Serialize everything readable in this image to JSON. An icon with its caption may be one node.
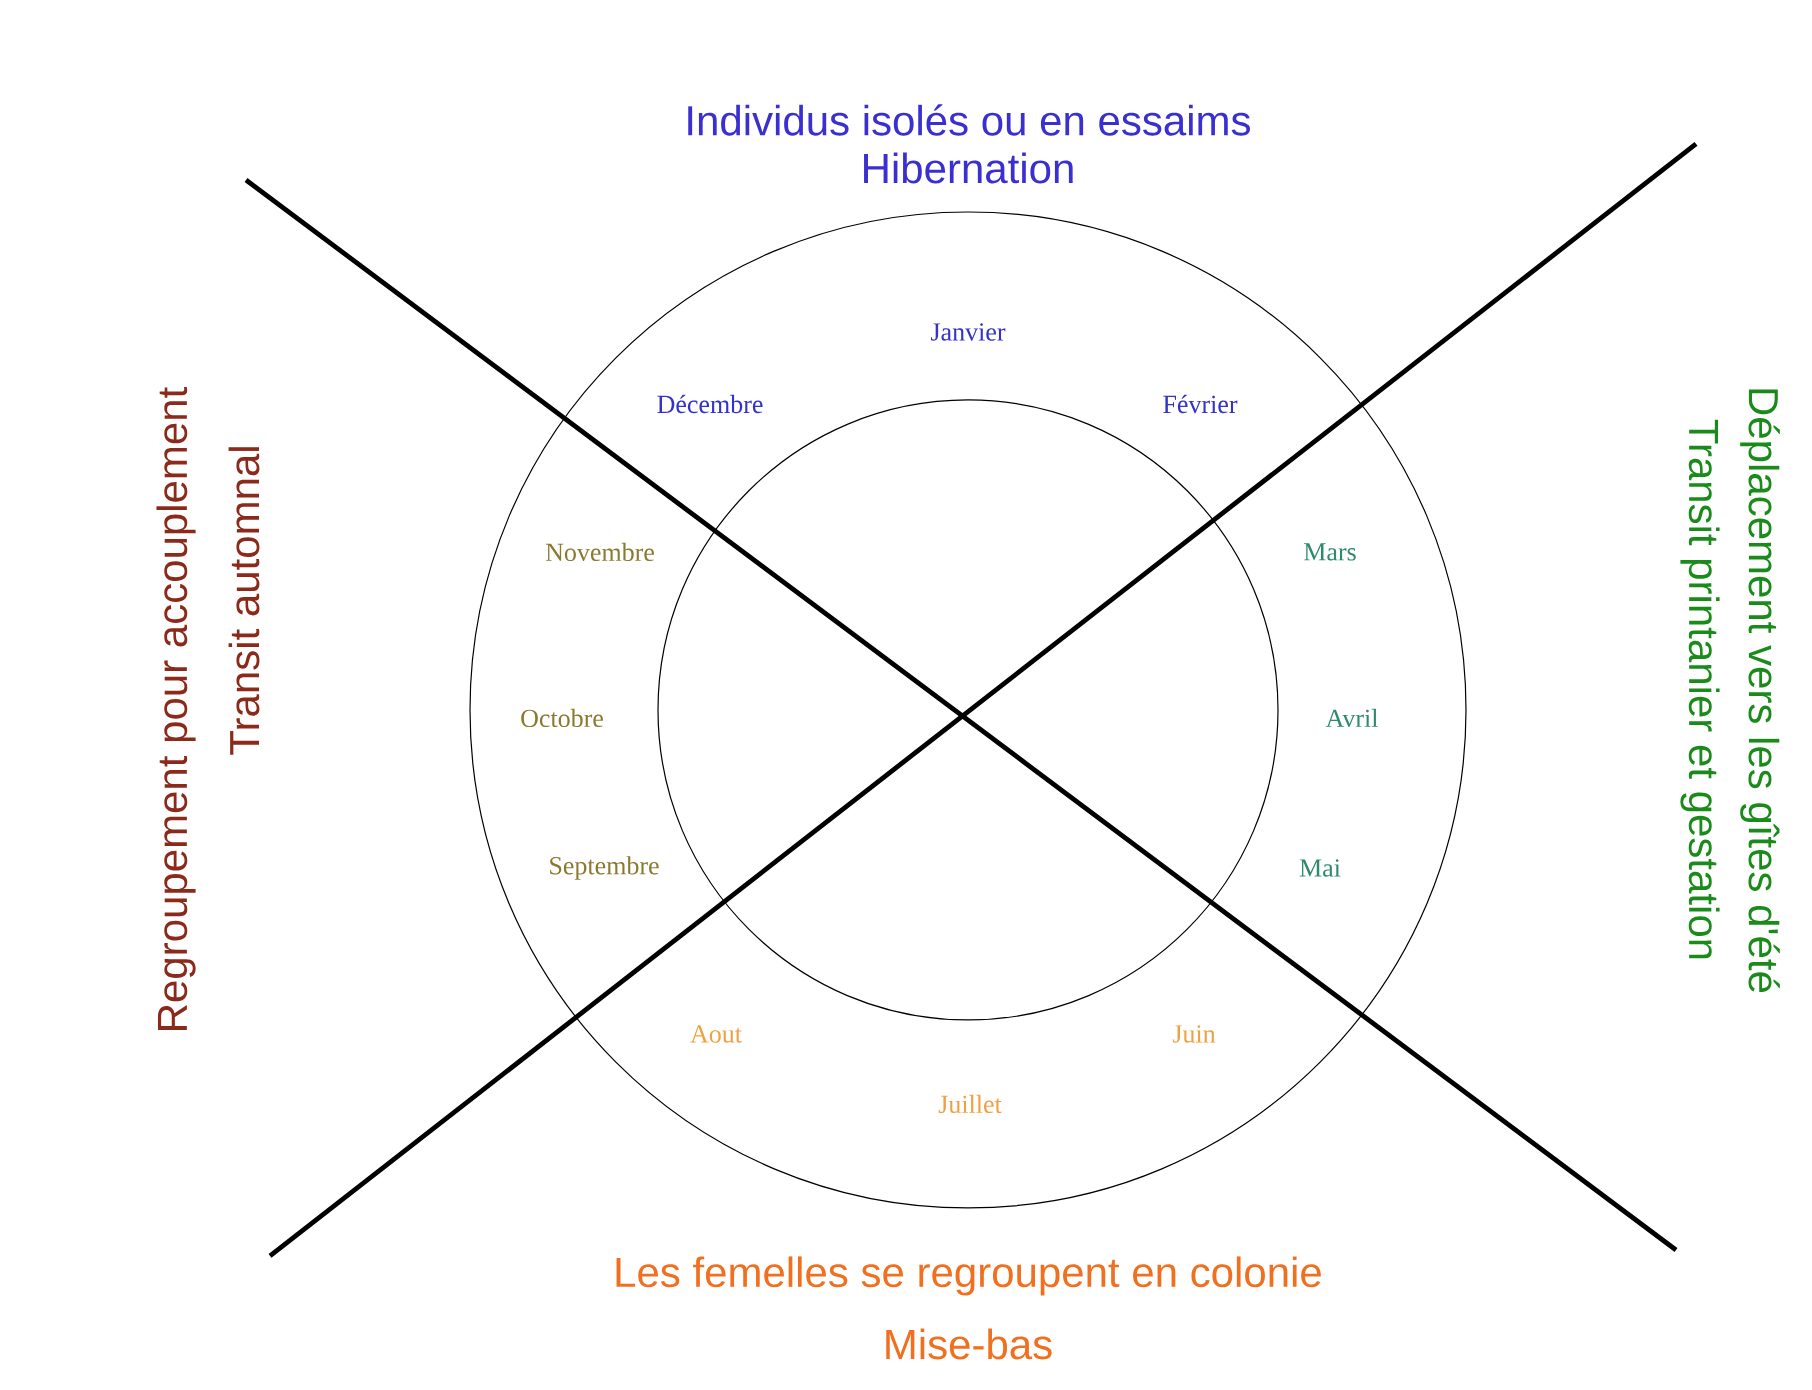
{
  "diagram": {
    "labels": [
      "Individus isolés ou en essaims",
      "Hibernation",
      "Regroupement pour accouplement",
      "Transit automnal",
      "Transit printanier et gestation",
      "Déplacement vers les gîtes d'été",
      "Janvier",
      "Décembre",
      "Février",
      "Novembre",
      "Mars",
      "Octobre",
      "Avril",
      "Septembre",
      "Mai",
      "Aout",
      "Juin",
      "Juillet",
      "Les femelles se regroupent en colonie",
      "Mise-bas"
    ]
  }
}
